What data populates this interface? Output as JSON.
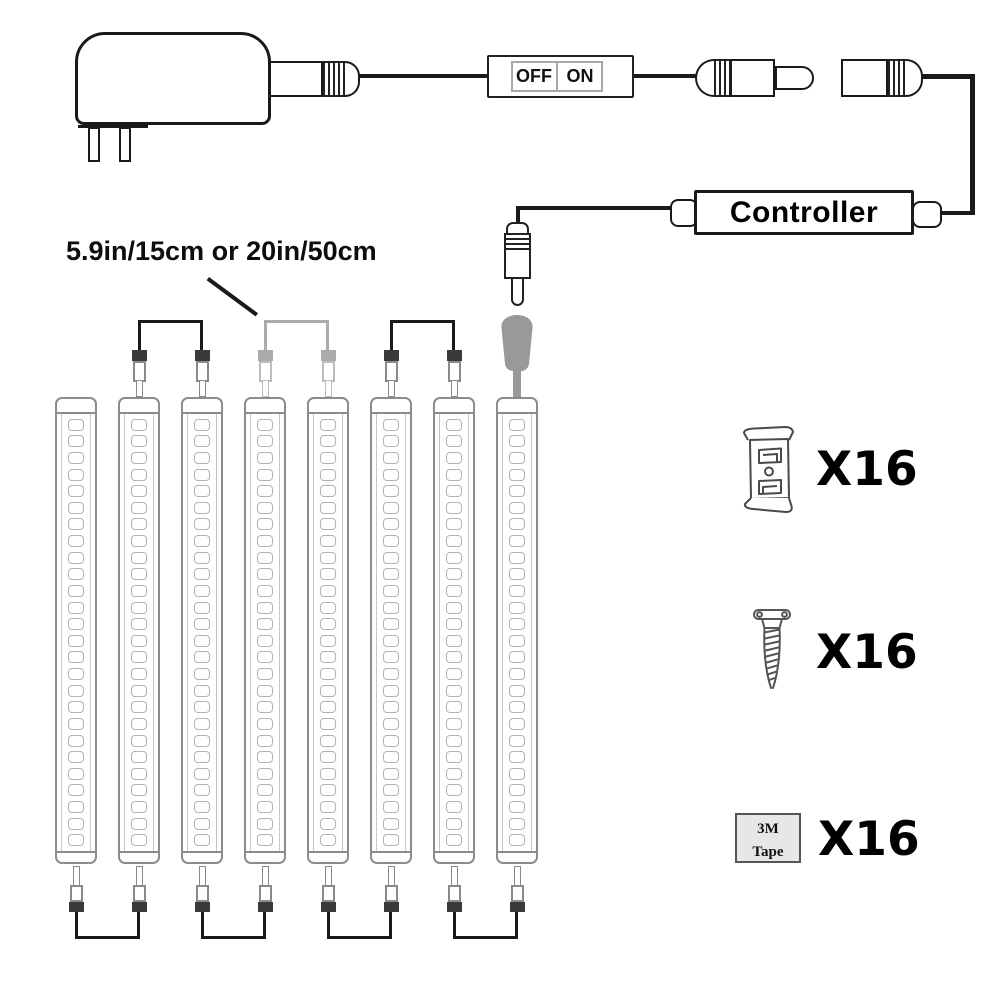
{
  "diagram_label": {
    "cable_length": "5.9in/15cm or 20in/50cm"
  },
  "power_switch": {
    "off": "OFF",
    "on": "ON"
  },
  "controller": {
    "label": "Controller"
  },
  "led_panel": {
    "bar_count": 8,
    "leds_per_bar": 26,
    "top_cables": [
      {
        "bars": [
          2,
          3
        ],
        "shade": "dark"
      },
      {
        "bars": [
          4,
          5
        ],
        "shade": "light"
      },
      {
        "bars": [
          6,
          7
        ],
        "shade": "dark"
      }
    ],
    "bottom_cables": [
      {
        "bars": [
          1,
          2
        ]
      },
      {
        "bars": [
          3,
          4
        ]
      },
      {
        "bars": [
          5,
          6
        ]
      },
      {
        "bars": [
          7,
          8
        ]
      }
    ]
  },
  "accessories": [
    {
      "name": "mounting-clip",
      "qty": "X16"
    },
    {
      "name": "screw",
      "qty": "X16"
    },
    {
      "name": "adhesive-tape",
      "qty": "X16",
      "label_lines": [
        "3M",
        "Tape"
      ]
    }
  ],
  "colors": {
    "line": "#1a1a1a",
    "bar_outline": "#8c8c8c",
    "led_outline": "#b3b3b3",
    "gray_connector": "#999999",
    "light_cable": "#ababab",
    "dark_band": "#3a3a3a",
    "plug_outline": "#8a8a8a",
    "light_plug_outline": "#bcbcbc",
    "tape_bg": "#e7e7e7"
  }
}
